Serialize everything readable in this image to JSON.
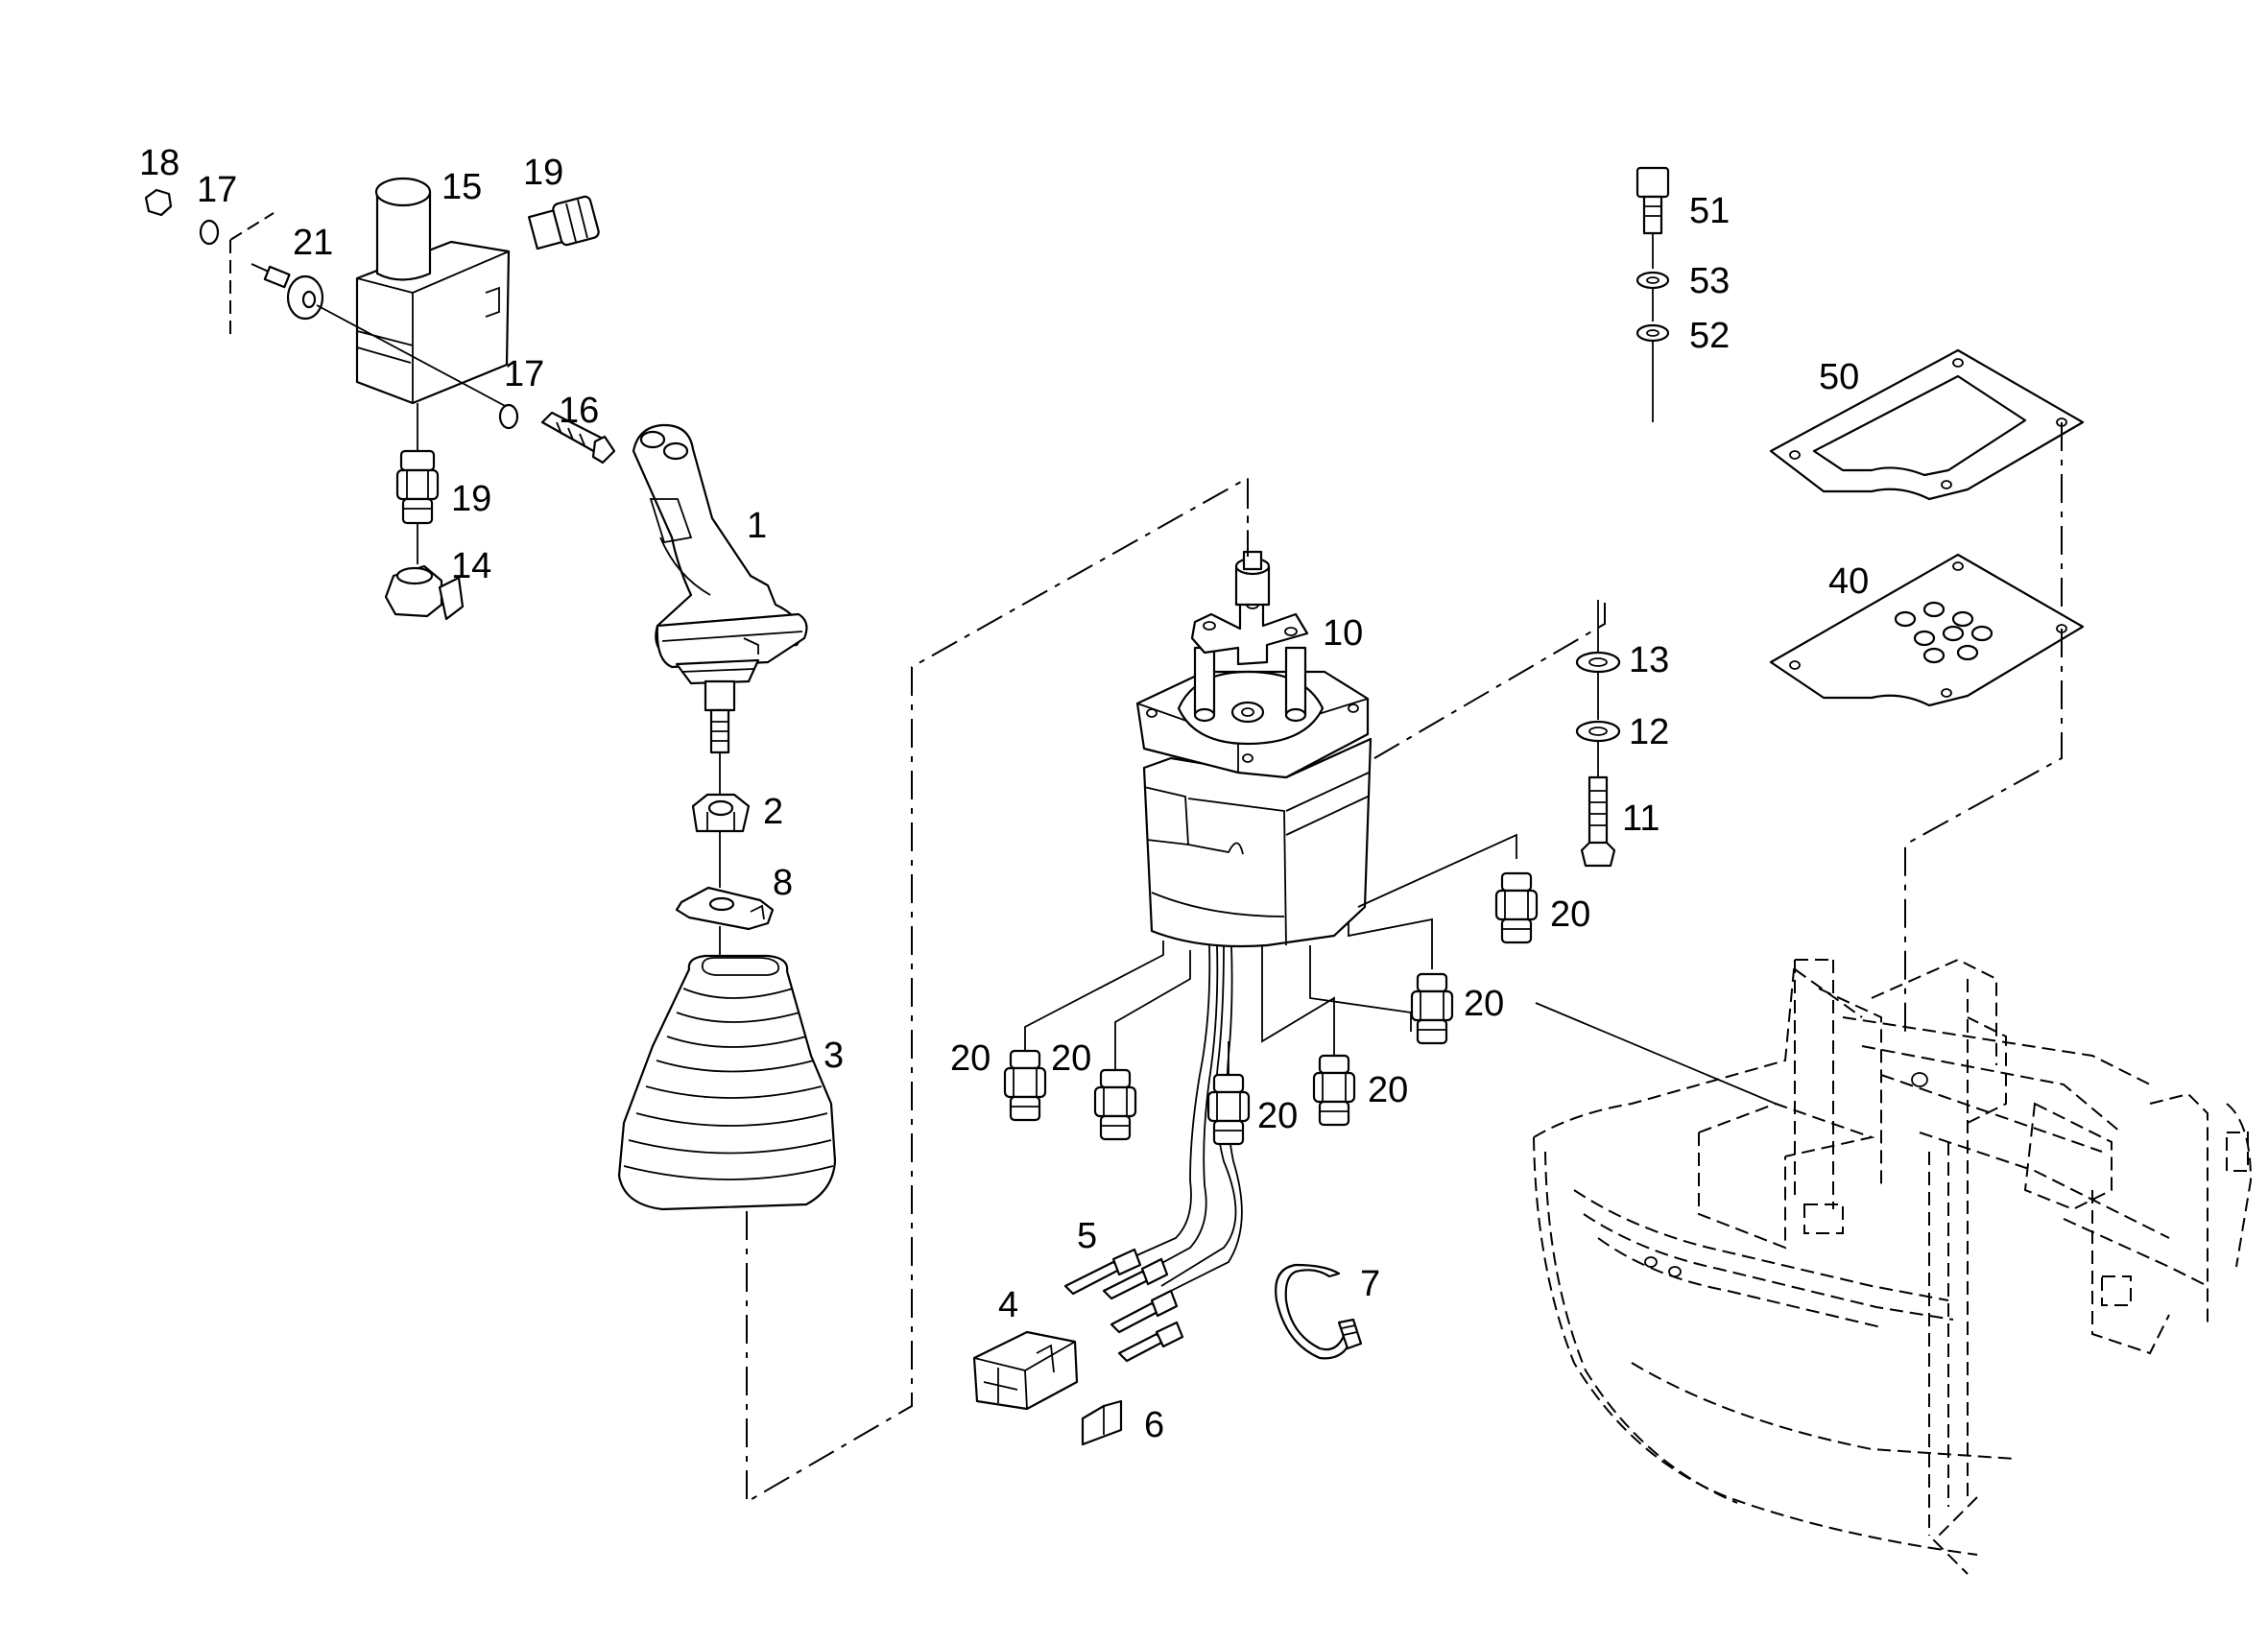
{
  "diagram": {
    "callouts": [
      {
        "id": "c1",
        "text": "1"
      },
      {
        "id": "c2",
        "text": "2"
      },
      {
        "id": "c3",
        "text": "3"
      },
      {
        "id": "c4",
        "text": "4"
      },
      {
        "id": "c5",
        "text": "5"
      },
      {
        "id": "c6",
        "text": "6"
      },
      {
        "id": "c7",
        "text": "7"
      },
      {
        "id": "c8",
        "text": "8"
      },
      {
        "id": "c10",
        "text": "10"
      },
      {
        "id": "c11",
        "text": "11"
      },
      {
        "id": "c12",
        "text": "12"
      },
      {
        "id": "c13",
        "text": "13"
      },
      {
        "id": "c14",
        "text": "14"
      },
      {
        "id": "c15",
        "text": "15"
      },
      {
        "id": "c16",
        "text": "16"
      },
      {
        "id": "c17a",
        "text": "17"
      },
      {
        "id": "c17b",
        "text": "17"
      },
      {
        "id": "c18",
        "text": "18"
      },
      {
        "id": "c19a",
        "text": "19"
      },
      {
        "id": "c19b",
        "text": "19"
      },
      {
        "id": "c20a",
        "text": "20"
      },
      {
        "id": "c20b",
        "text": "20"
      },
      {
        "id": "c20c",
        "text": "20"
      },
      {
        "id": "c20d",
        "text": "20"
      },
      {
        "id": "c20e",
        "text": "20"
      },
      {
        "id": "c20f",
        "text": "20"
      },
      {
        "id": "c21",
        "text": "21"
      },
      {
        "id": "c40",
        "text": "40"
      },
      {
        "id": "c50",
        "text": "50"
      },
      {
        "id": "c51",
        "text": "51"
      },
      {
        "id": "c52",
        "text": "52"
      },
      {
        "id": "c53",
        "text": "53"
      }
    ]
  }
}
